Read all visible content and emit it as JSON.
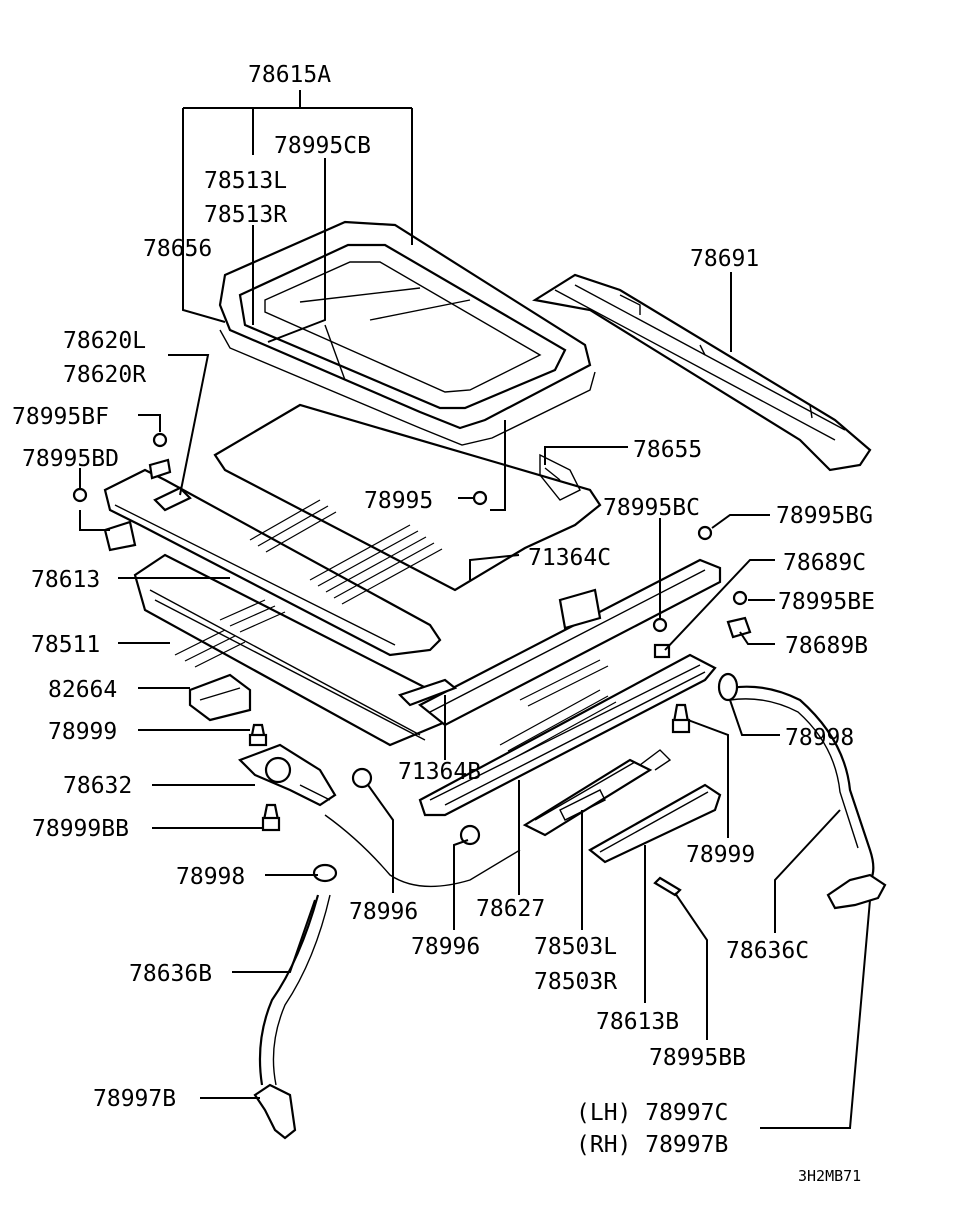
{
  "diagram_code": "3H2MB71",
  "parts": [
    {
      "id": "p78615A",
      "text": "78615A"
    },
    {
      "id": "p78995CB",
      "text": "78995CB"
    },
    {
      "id": "p78513L",
      "text": "78513L"
    },
    {
      "id": "p78513R",
      "text": "78513R"
    },
    {
      "id": "p78656",
      "text": "78656"
    },
    {
      "id": "p78691",
      "text": "78691"
    },
    {
      "id": "p78620L",
      "text": "78620L"
    },
    {
      "id": "p78620R",
      "text": "78620R"
    },
    {
      "id": "p78995BF",
      "text": "78995BF"
    },
    {
      "id": "p78995BD",
      "text": "78995BD"
    },
    {
      "id": "p78655",
      "text": "78655"
    },
    {
      "id": "p78995",
      "text": "78995"
    },
    {
      "id": "p78995BC",
      "text": "78995BC"
    },
    {
      "id": "p78995BG",
      "text": "78995BG"
    },
    {
      "id": "p71364C",
      "text": "71364C"
    },
    {
      "id": "p78689C",
      "text": "78689C"
    },
    {
      "id": "p78613",
      "text": "78613"
    },
    {
      "id": "p78995BE",
      "text": "78995BE"
    },
    {
      "id": "p78689B",
      "text": "78689B"
    },
    {
      "id": "p78511",
      "text": "78511"
    },
    {
      "id": "p82664",
      "text": "82664"
    },
    {
      "id": "p78998R",
      "text": "78998"
    },
    {
      "id": "p78999L",
      "text": "78999"
    },
    {
      "id": "p71364B",
      "text": "71364B"
    },
    {
      "id": "p78632",
      "text": "78632"
    },
    {
      "id": "p78999BB",
      "text": "78999BB"
    },
    {
      "id": "p78999R",
      "text": "78999"
    },
    {
      "id": "p78998L",
      "text": "78998"
    },
    {
      "id": "p78996a",
      "text": "78996"
    },
    {
      "id": "p78627",
      "text": "78627"
    },
    {
      "id": "p78996b",
      "text": "78996"
    },
    {
      "id": "p78503L",
      "text": "78503L"
    },
    {
      "id": "p78636C",
      "text": "78636C"
    },
    {
      "id": "p78636B",
      "text": "78636B"
    },
    {
      "id": "p78503R",
      "text": "78503R"
    },
    {
      "id": "p78613B",
      "text": "78613B"
    },
    {
      "id": "p78995BB",
      "text": "78995BB"
    },
    {
      "id": "p78997B",
      "text": "78997B"
    },
    {
      "id": "p78997C",
      "text": "(LH) 78997C"
    },
    {
      "id": "p78997BR",
      "text": "(RH) 78997B"
    }
  ]
}
